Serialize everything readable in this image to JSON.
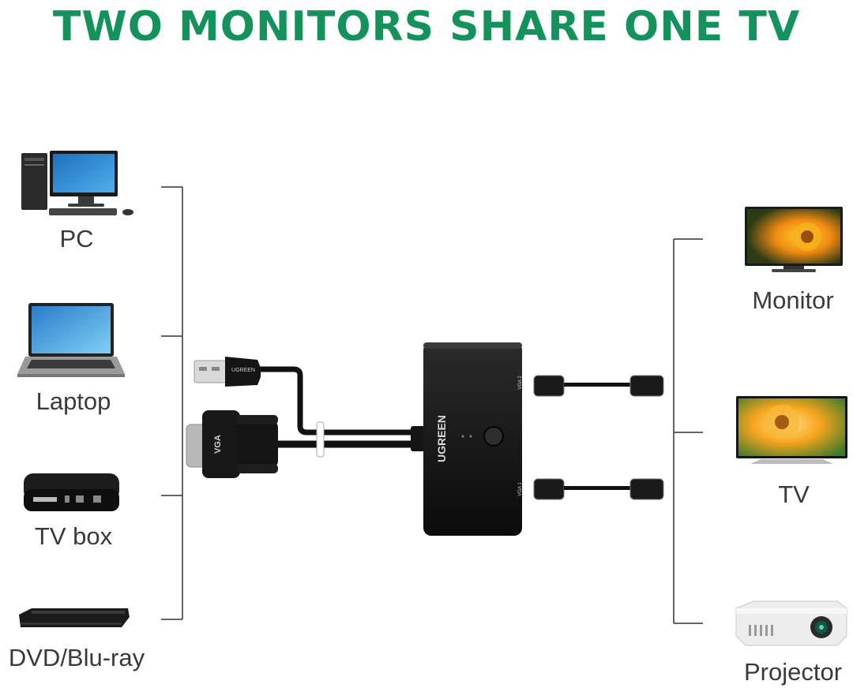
{
  "title": "TWO MONITORS SHARE ONE TV",
  "colors": {
    "title": "#13925b",
    "text": "#3a3a3a",
    "bracket": "#333333",
    "device": "#111111"
  },
  "sources": [
    {
      "label": "PC",
      "icon": "desktop-pc-icon"
    },
    {
      "label": "Laptop",
      "icon": "laptop-icon"
    },
    {
      "label": "TV box",
      "icon": "tv-box-icon"
    },
    {
      "label": "DVD/Blu-ray",
      "icon": "dvd-player-icon"
    }
  ],
  "displays": [
    {
      "label": "Monitor",
      "icon": "monitor-icon"
    },
    {
      "label": "TV",
      "icon": "tv-icon"
    },
    {
      "label": "Projector",
      "icon": "projector-icon"
    }
  ],
  "switch": {
    "brand": "UGREEN",
    "port_1": "VGA 1",
    "port_2": "VGA 2",
    "input_plug": "VGA",
    "usb_plug": "UGREEN"
  }
}
